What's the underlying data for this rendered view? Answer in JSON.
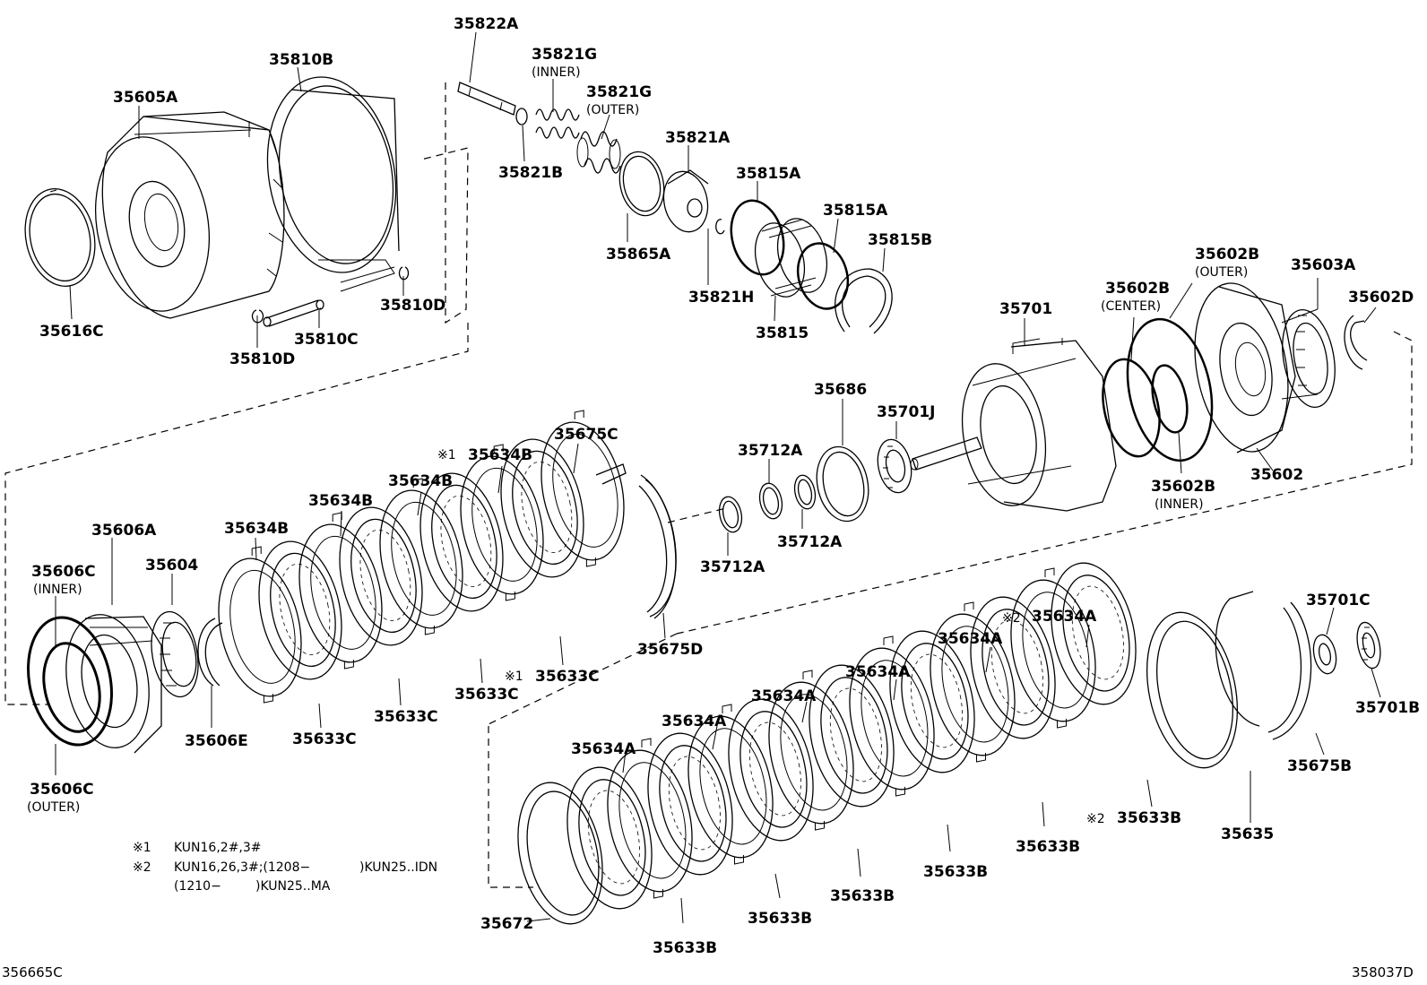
{
  "labels": {
    "p35822A": "35822A",
    "p35810B": "35810B",
    "p35605A": "35605A",
    "p35821G_inner": "35821G",
    "inner_a": "(INNER)",
    "p35821G_outer": "35821G",
    "outer_a": "(OUTER)",
    "p35821A": "35821A",
    "p35821B": "35821B",
    "p35815A_1": "35815A",
    "p35815A_2": "35815A",
    "p35815B": "35815B",
    "p35865A": "35865A",
    "p35821H": "35821H",
    "p35815": "35815",
    "p35616C": "35616C",
    "p35810D_1": "35810D",
    "p35810C": "35810C",
    "p35810D_2": "35810D",
    "p35701": "35701",
    "p35602B_center": "35602B",
    "center": "(CENTER)",
    "p35602B_outer": "35602B",
    "outer_b": "(OUTER)",
    "p35603A": "35603A",
    "p35602D": "35602D",
    "p35602": "35602",
    "p35602B_inner": "35602B",
    "inner_b": "(INNER)",
    "p35686": "35686",
    "p35701J": "35701J",
    "p35712A_1": "35712A",
    "p35712A_2": "35712A",
    "p35712A_3": "35712A",
    "p35675C": "35675C",
    "p35634B_1": "35634B",
    "p35634B_2": "35634B",
    "p35634B_3": "35634B",
    "p35634B_4": "35634B",
    "p35606A": "35606A",
    "p35604": "35604",
    "p35606C_inner": "35606C",
    "inner_c": "(INNER)",
    "p35606C_outer": "35606C",
    "outer_c": "(OUTER)",
    "p35606E": "35606E",
    "p35633C_1": "35633C",
    "p35633C_2": "35633C",
    "p35633C_3": "35633C",
    "p35633C_4": "35633C",
    "p35675D": "35675D",
    "p35634A_1": "35634A",
    "p35634A_2": "35634A",
    "p35634A_3": "35634A",
    "p35634A_4": "35634A",
    "p35634A_5": "35634A",
    "p35634A_6": "35634A",
    "p35701C": "35701C",
    "p35701B": "35701B",
    "p35675B": "35675B",
    "p35635": "35635",
    "p35633B_1": "35633B",
    "p35633B_2": "35633B",
    "p35633B_3": "35633B",
    "p35633B_4": "35633B",
    "p35633B_5": "35633B",
    "p35633B_6": "35633B",
    "p35672": "35672",
    "mark1_a": "※1",
    "mark1_b": "※1",
    "mark2_a": "※2",
    "mark2_b": "※2"
  },
  "notes": {
    "n1_mark": "※1",
    "n1_text": "KUN16,2#,3#",
    "n2_mark": "※2",
    "n2_text1": "KUN16,26,3#;(1208−",
    "n2_text1b": ")KUN25..IDN",
    "n2_text2": "(1210−",
    "n2_text2b": ")KUN25..MA"
  },
  "corners": {
    "bottom_left": "356665C",
    "bottom_right": "358037D"
  }
}
